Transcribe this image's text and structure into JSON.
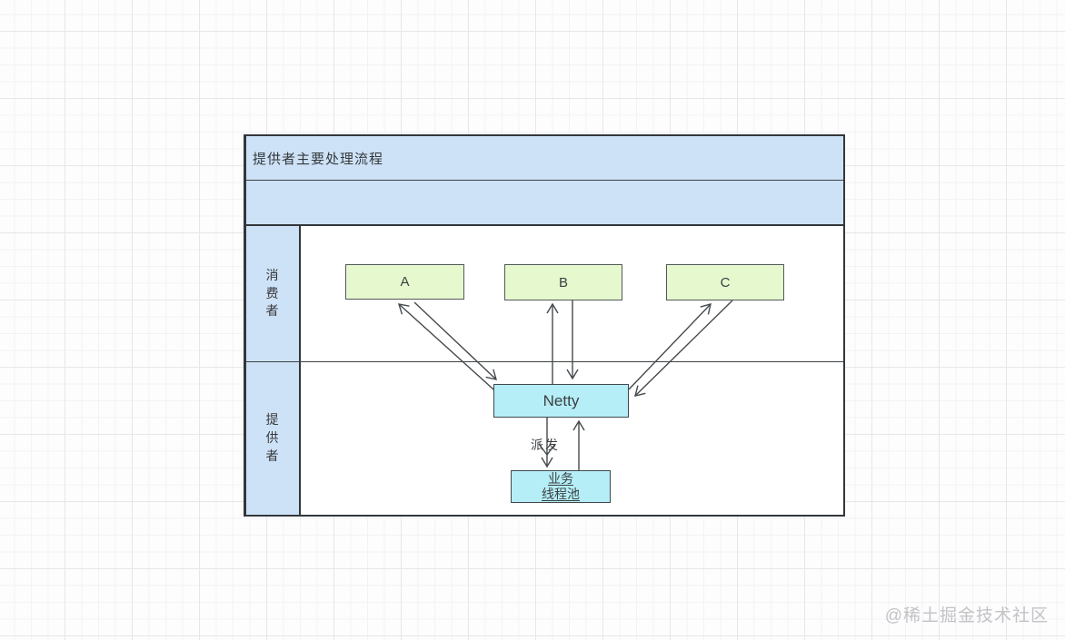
{
  "diagram": {
    "title": "提供者主要处理流程",
    "lanes": [
      {
        "label": "消费者"
      },
      {
        "label": "提供者"
      }
    ],
    "nodes": {
      "a": {
        "label": "A"
      },
      "b": {
        "label": "B"
      },
      "c": {
        "label": "C"
      },
      "netty": {
        "label": "Netty"
      },
      "thread_pool": {
        "line1": "业务",
        "line2": "线程池"
      }
    },
    "edges": [
      {
        "from": "netty",
        "to": "a",
        "bidirectional": true
      },
      {
        "from": "netty",
        "to": "b",
        "bidirectional": true
      },
      {
        "from": "netty",
        "to": "c",
        "bidirectional": true
      },
      {
        "from": "netty",
        "to": "thread_pool",
        "label": "派发"
      },
      {
        "from": "thread_pool",
        "to": "netty"
      }
    ],
    "colors": {
      "lane_header_fill": "#cee2f7",
      "green_node_fill": "#e5f8ce",
      "cyan_node_fill": "#b5eef6",
      "pool_border": "#33373b",
      "arrow_stroke": "#45494d"
    }
  },
  "watermark": {
    "text": "@稀土掘金技术社区"
  }
}
